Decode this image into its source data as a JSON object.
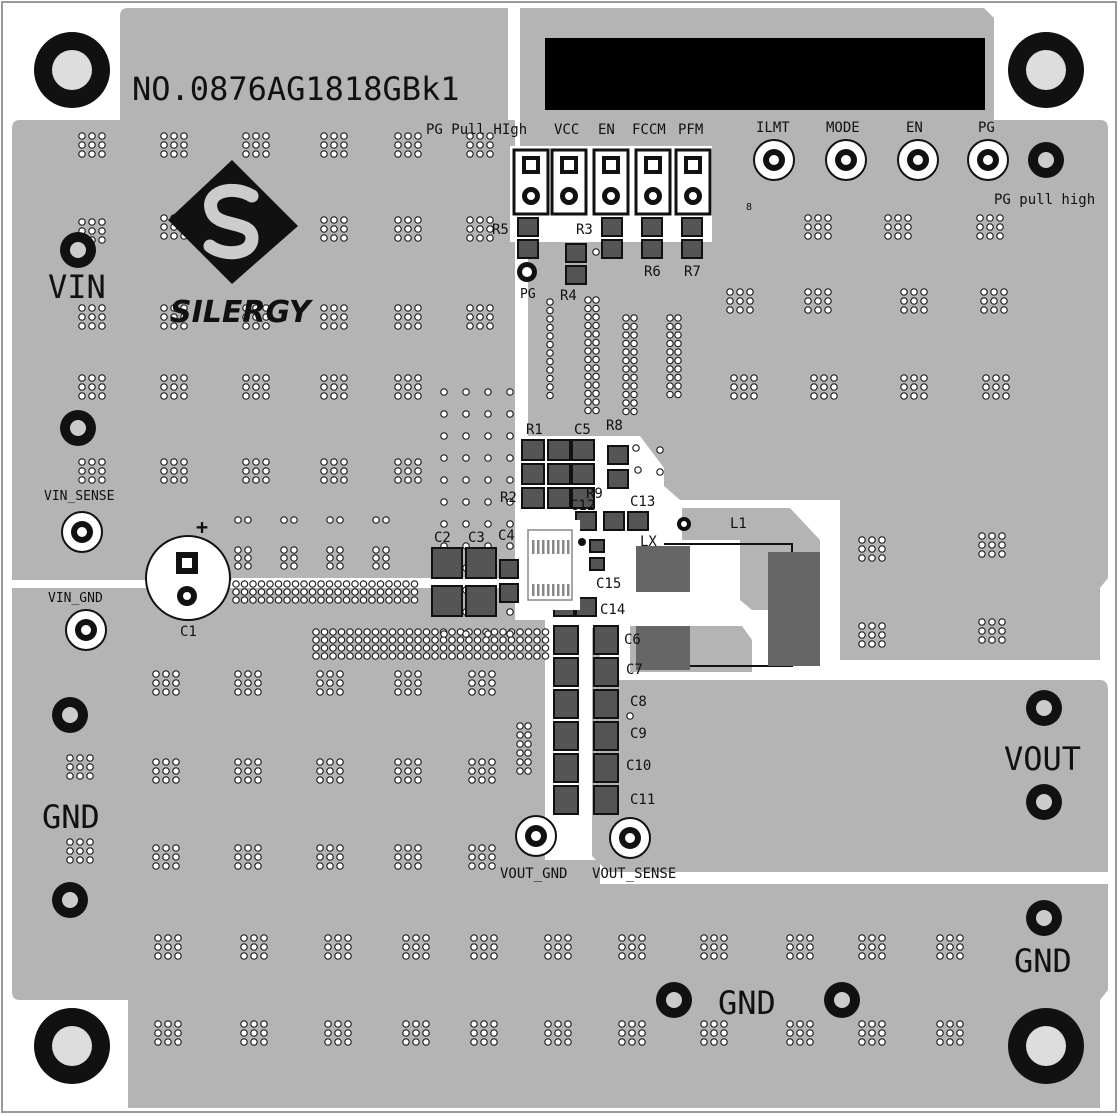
{
  "board": {
    "serial": "NO.0876AG1818GBk1",
    "brand": "SILERGY",
    "colors": {
      "copper": "#b4b4b4",
      "silk": "#111111",
      "pad": "#555555",
      "hole": "#ffffff",
      "inductor": "#666666"
    }
  },
  "terminals": {
    "vin": "VIN",
    "gnd_left": "GND",
    "vout": "VOUT",
    "gnd_right": "GND",
    "gnd_bottom": "GND"
  },
  "test_points": {
    "vin_sense": "VIN_SENSE",
    "vin_gnd": "VIN_GND",
    "vout_gnd": "VOUT_GND",
    "vout_sense": "VOUT_SENSE",
    "ilmt": "ILMT",
    "mode": "MODE",
    "en": "EN",
    "pg": "PG",
    "pg_pull_high": "PG pull high",
    "lx": "LX",
    "pg_pad": "PG"
  },
  "jumpers": {
    "pg_pull_high": "PG Pull HIgh",
    "vcc": "VCC",
    "en": "EN",
    "fccm": "FCCM",
    "pfm": "PFM"
  },
  "components": {
    "c1": "C1",
    "c2": "C2",
    "c3": "C3",
    "c4": "C4",
    "c5": "C5",
    "c6": "C6",
    "c7": "C7",
    "c8": "C8",
    "c9": "C9",
    "c10": "C10",
    "c11": "C11",
    "c12": "C12",
    "c13": "C13",
    "c14": "C14",
    "c15": "C15",
    "r1": "R1",
    "r2": "R2",
    "r3": "R3",
    "r4": "R4",
    "r5": "R5",
    "r6": "R6",
    "r7": "R7",
    "r8": "R8",
    "r9": "R9",
    "l1": "L1",
    "plus": "+",
    "eight": "8"
  }
}
